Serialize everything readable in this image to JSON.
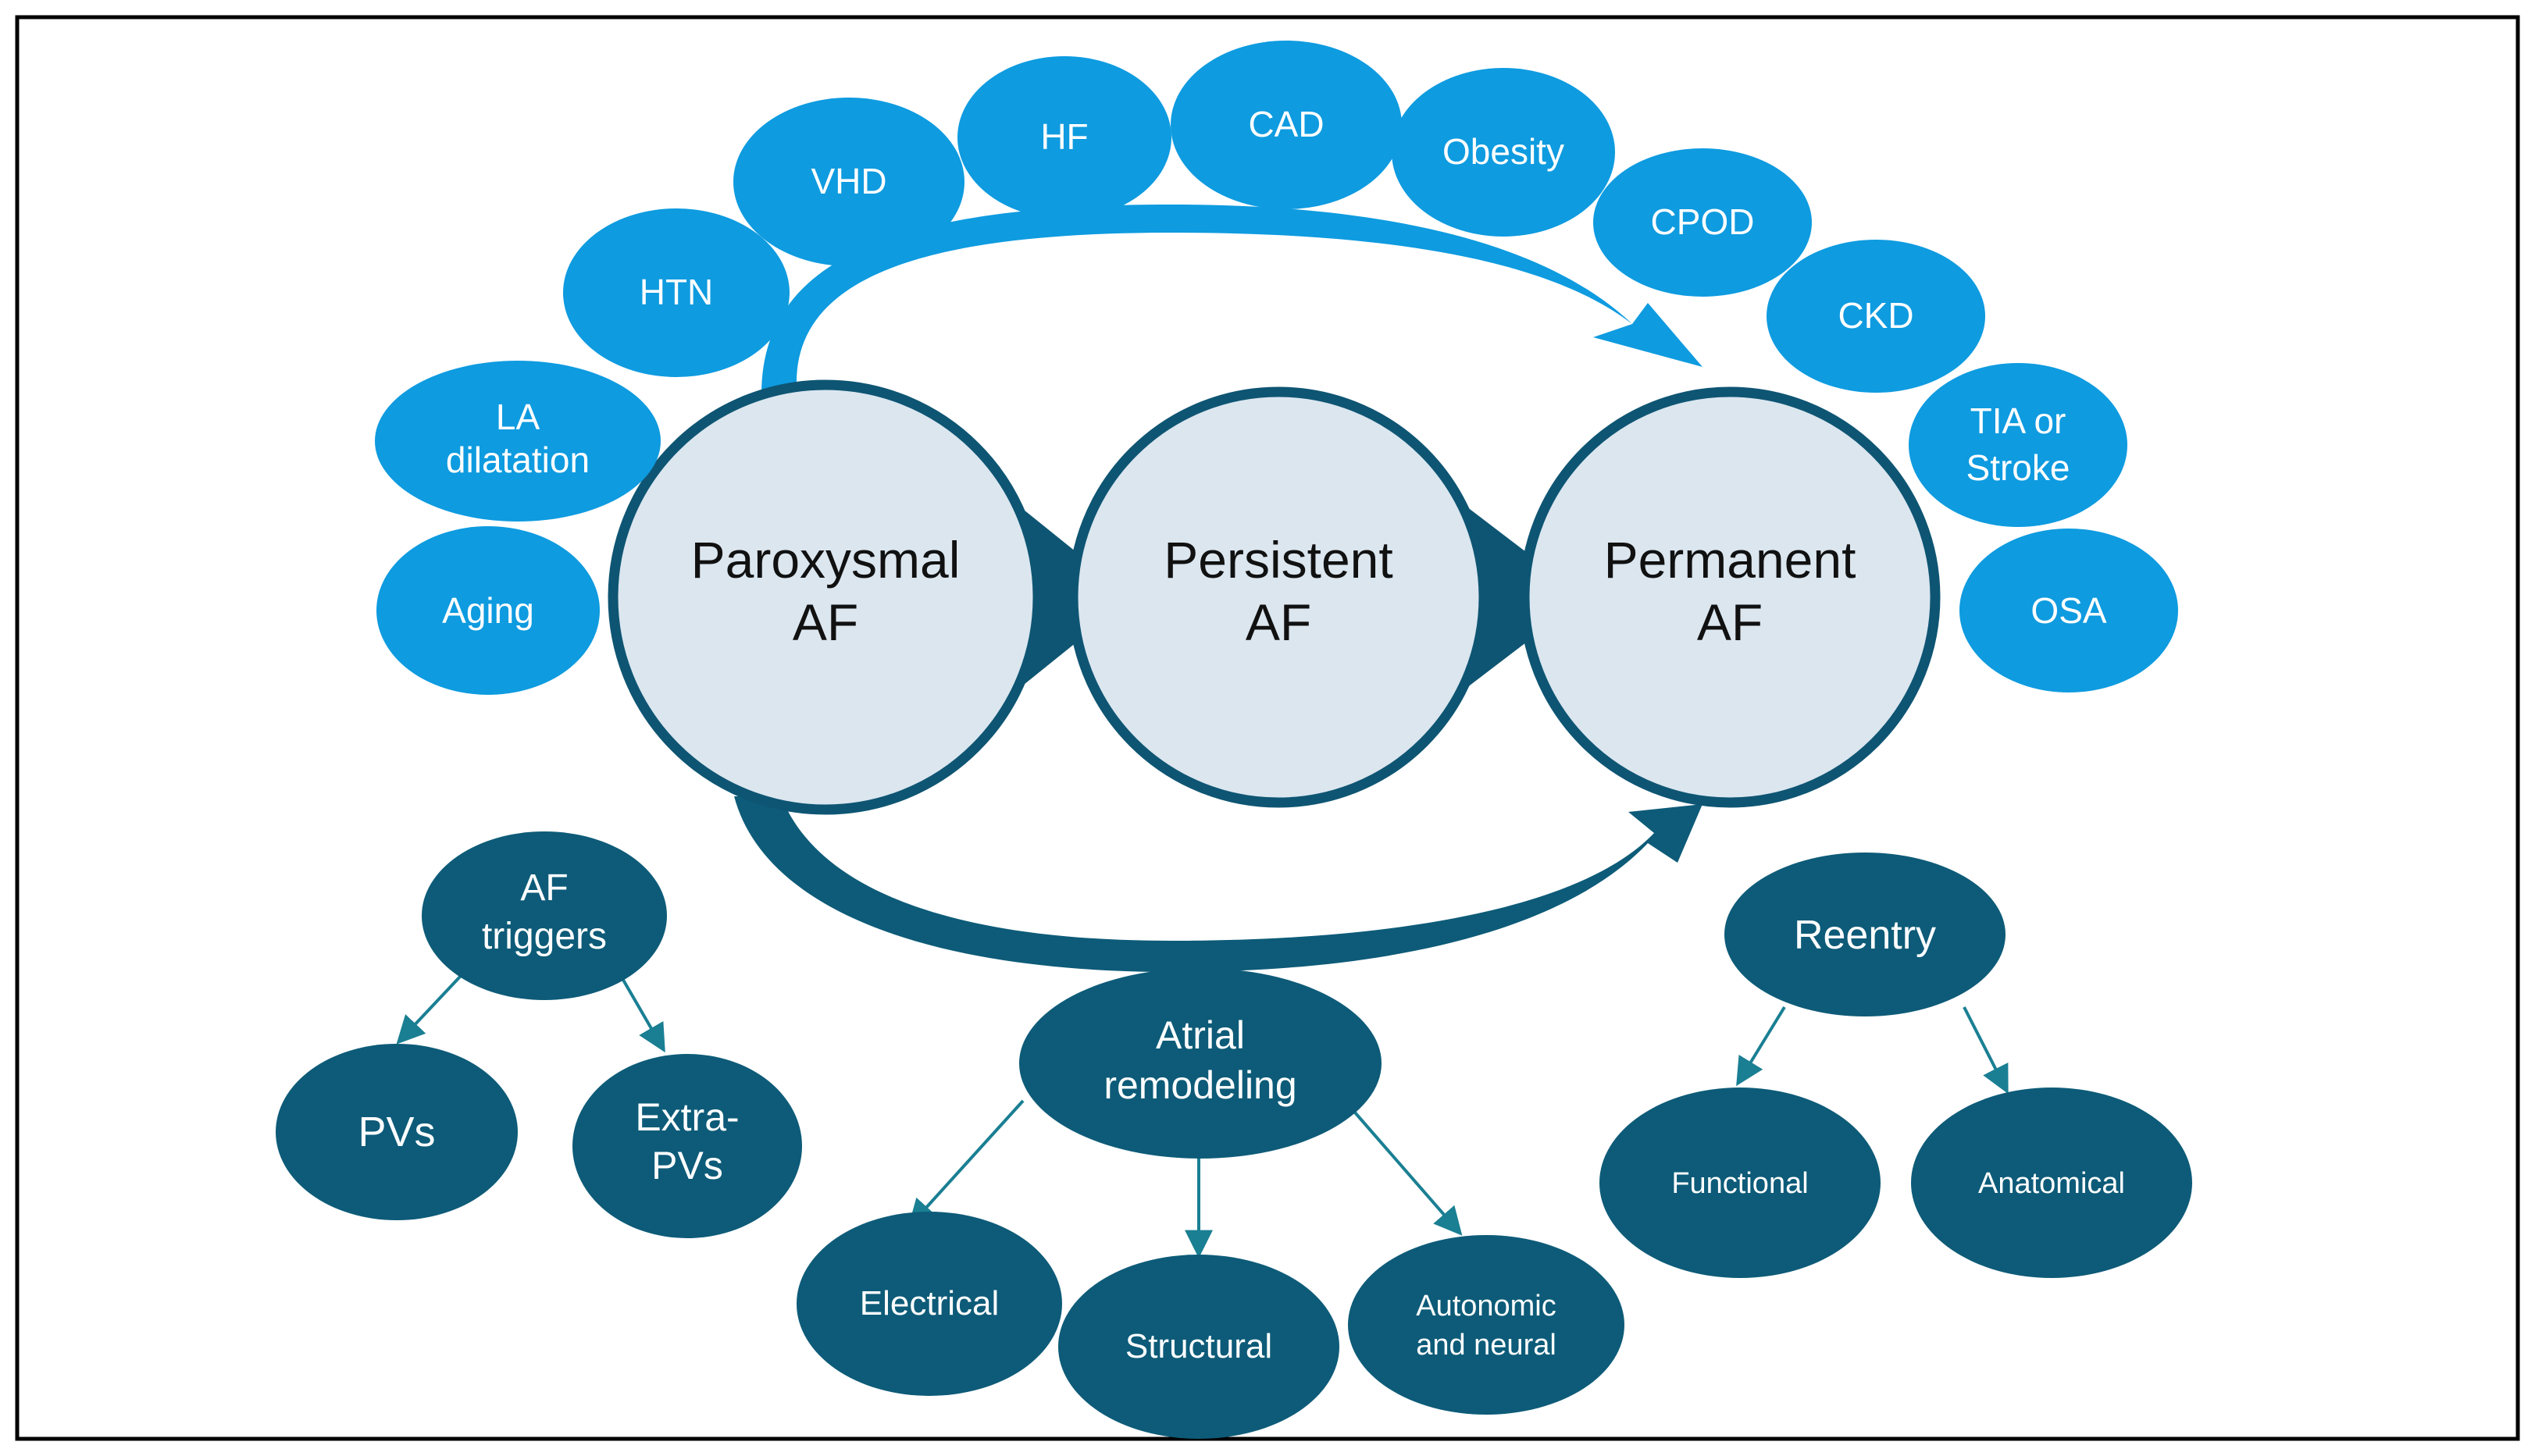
{
  "risk_factors": [
    {
      "id": "la-dilatation",
      "lines": [
        "LA",
        "dilatation"
      ]
    },
    {
      "id": "aging",
      "lines": [
        "Aging"
      ]
    },
    {
      "id": "htn",
      "lines": [
        "HTN"
      ]
    },
    {
      "id": "vhd",
      "lines": [
        "VHD"
      ]
    },
    {
      "id": "hf",
      "lines": [
        "HF"
      ]
    },
    {
      "id": "cad",
      "lines": [
        "CAD"
      ]
    },
    {
      "id": "obesity",
      "lines": [
        "Obesity"
      ]
    },
    {
      "id": "cpod",
      "lines": [
        "CPOD"
      ]
    },
    {
      "id": "ckd",
      "lines": [
        "CKD"
      ]
    },
    {
      "id": "tia-stroke",
      "lines": [
        "TIA or",
        "Stroke"
      ]
    },
    {
      "id": "osa",
      "lines": [
        "OSA"
      ]
    }
  ],
  "stages": [
    {
      "id": "paroxysmal",
      "lines": [
        "Paroxysmal",
        "AF"
      ]
    },
    {
      "id": "persistent",
      "lines": [
        "Persistent",
        "AF"
      ]
    },
    {
      "id": "permanent",
      "lines": [
        "Permanent",
        "AF"
      ]
    }
  ],
  "mechanisms": [
    {
      "id": "af-triggers",
      "lines": [
        "AF",
        "triggers"
      ]
    },
    {
      "id": "pvs",
      "lines": [
        "PVs"
      ]
    },
    {
      "id": "extra-pvs",
      "lines": [
        "Extra-",
        "PVs"
      ]
    },
    {
      "id": "atrial-remodeling",
      "lines": [
        "Atrial",
        "remodeling"
      ]
    },
    {
      "id": "electrical",
      "lines": [
        "Electrical"
      ]
    },
    {
      "id": "structural",
      "lines": [
        "Structural"
      ]
    },
    {
      "id": "autonomic-neural",
      "lines": [
        "Autonomic",
        "and neural"
      ]
    },
    {
      "id": "reentry",
      "lines": [
        "Reentry"
      ]
    },
    {
      "id": "functional",
      "lines": [
        "Functional"
      ]
    },
    {
      "id": "anatomical",
      "lines": [
        "Anatomical"
      ]
    }
  ],
  "colors": {
    "risk_factor": "#0e9be0",
    "stage_fill": "#dbe6ef",
    "stage_border": "#0e5573",
    "mechanism": "#0d5b78",
    "connector": "#1a7f93",
    "frame": "#000000"
  }
}
